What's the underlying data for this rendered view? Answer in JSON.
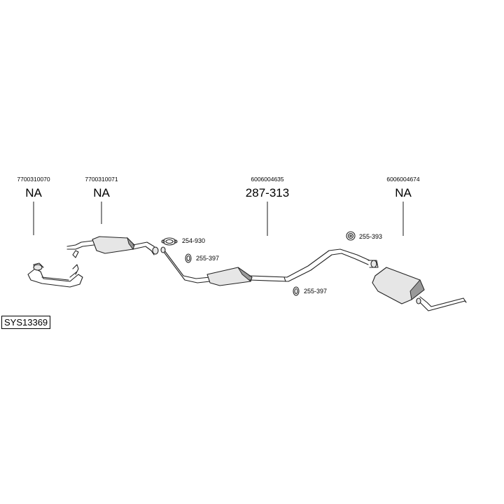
{
  "parts": [
    {
      "oem": "7700310070",
      "ref": "NA"
    },
    {
      "oem": "7700310071",
      "ref": "NA"
    },
    {
      "oem": "6006004635",
      "ref": "287-313"
    },
    {
      "oem": "6006004674",
      "ref": "NA"
    }
  ],
  "accessories": [
    "254-930",
    "255-397",
    "255-397",
    "255-393"
  ],
  "system_code": "SYS13369"
}
